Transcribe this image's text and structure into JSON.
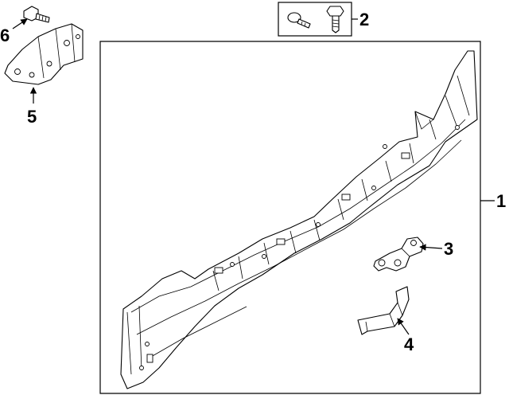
{
  "callouts": [
    {
      "id": "1",
      "label": "1"
    },
    {
      "id": "2",
      "label": "2"
    },
    {
      "id": "3",
      "label": "3"
    },
    {
      "id": "4",
      "label": "4"
    },
    {
      "id": "5",
      "label": "5"
    },
    {
      "id": "6",
      "label": "6"
    }
  ],
  "parts": [
    {
      "name": "rear-body-panel",
      "callout": "1"
    },
    {
      "name": "fastener-pair",
      "callout": "2"
    },
    {
      "name": "clip-bracket",
      "callout": "3"
    },
    {
      "name": "small-bracket",
      "callout": "4"
    },
    {
      "name": "mount-bracket",
      "callout": "5"
    },
    {
      "name": "bolt",
      "callout": "6"
    }
  ]
}
